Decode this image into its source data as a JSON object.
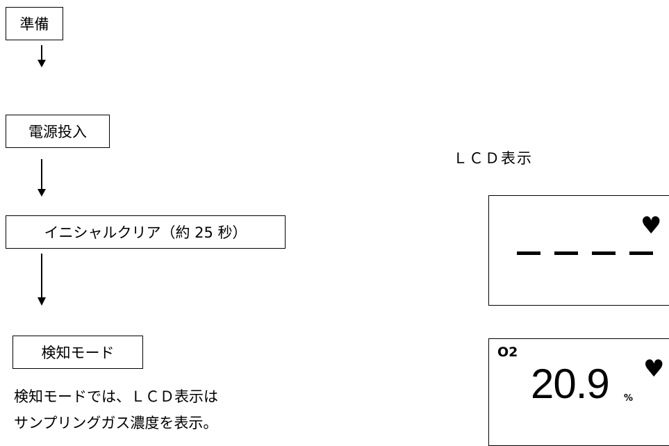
{
  "flow": {
    "steps": [
      "準備",
      "電源投入",
      "イニシャルクリア（約 25 秒）",
      "検知モード"
    ],
    "note_lines": [
      "検知モードでは、ＬＣＤ表示は",
      "サンプリングガス濃度を表示。"
    ]
  },
  "lcd": {
    "label": "ＬＣＤ表示",
    "screen1": {
      "dashes": "- - - -",
      "icon": "heart-icon"
    },
    "screen2": {
      "gas": "O2",
      "value": "20.9",
      "unit": "%",
      "icon": "heart-icon"
    }
  }
}
